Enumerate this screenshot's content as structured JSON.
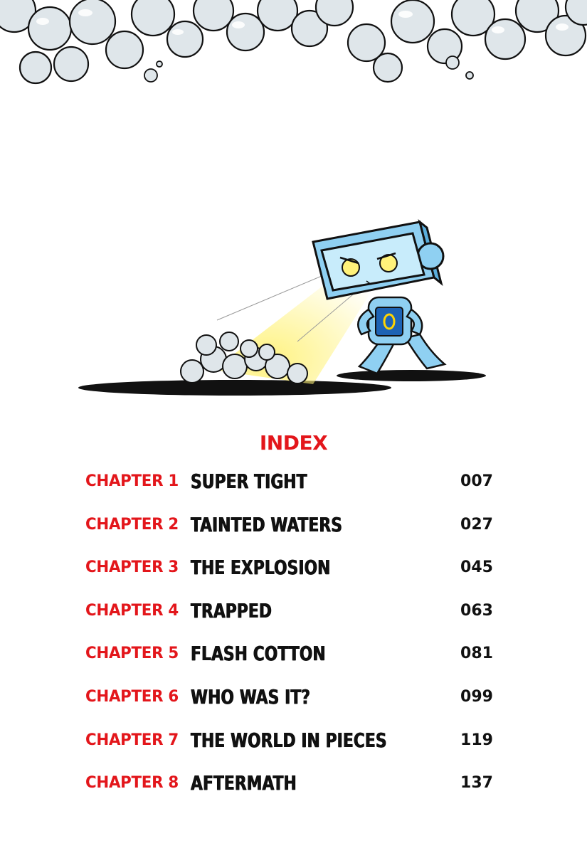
{
  "index": {
    "title": "INDEX",
    "chapters": [
      {
        "label": "CHAPTER 1",
        "title": "SUPER TIGHT",
        "page": "007"
      },
      {
        "label": "CHAPTER 2",
        "title": "TAINTED WATERS",
        "page": "027"
      },
      {
        "label": "CHAPTER 3",
        "title": "THE EXPLOSION",
        "page": "045"
      },
      {
        "label": "CHAPTER 4",
        "title": "TRAPPED",
        "page": "063"
      },
      {
        "label": "CHAPTER 5",
        "title": "FLASH COTTON",
        "page": "081"
      },
      {
        "label": "CHAPTER 6",
        "title": "WHO WAS IT?",
        "page": "099"
      },
      {
        "label": "CHAPTER 7",
        "title": "THE WORLD IN PIECES",
        "page": "119"
      },
      {
        "label": "CHAPTER 8",
        "title": "AFTERMATH",
        "page": "137"
      }
    ]
  },
  "colors": {
    "accent": "#e3161b",
    "text": "#111111",
    "cloud_fill": "#dfe6ea",
    "robot_blue": "#8fd0f2",
    "badge_blue": "#1d63b5",
    "beam_yellow": "#fff27a"
  },
  "illustration": {
    "icons": [
      "cloud-border-icon",
      "tv-robot-icon",
      "cotton-pile-icon"
    ]
  }
}
